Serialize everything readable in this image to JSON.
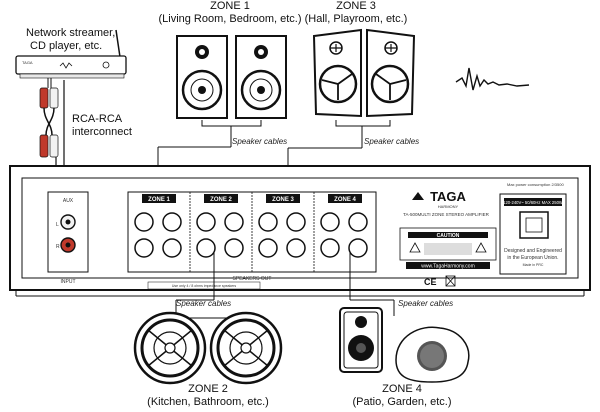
{
  "source": {
    "title": "Network streamer,",
    "subtitle": "CD player, etc.",
    "brand": "TAGA",
    "cable_label_1": "RCA-RCA",
    "cable_label_2": "interconnect"
  },
  "zones": {
    "zone1": {
      "title": "ZONE 1",
      "subtitle": "(Living Room, Bedroom, etc.)"
    },
    "zone2": {
      "title": "ZONE 2",
      "subtitle": "(Kitchen, Bathroom, etc.)"
    },
    "zone3": {
      "title": "ZONE 3",
      "subtitle": "(Hall, Playroom, etc.)"
    },
    "zone4": {
      "title": "ZONE 4",
      "subtitle": "(Patio, Garden, etc.)"
    }
  },
  "cables": {
    "speaker_cables": "Speaker cables"
  },
  "amp": {
    "input_label": "INPUT",
    "aux_label": "AUX",
    "channel_l": "L",
    "channel_r": "R",
    "zone_tabs": [
      "ZONE 1",
      "ZONE 2",
      "ZONE 3",
      "ZONE 4"
    ],
    "speakers_out": "SPEAKERS OUT",
    "warning_small": "Use only 4 / 8 ohms impedance speakers",
    "brand": "TAGA",
    "brand_sub": "HARMONY",
    "model_line": "TA-500MULTI  ZONE STEREO AMPLIFIER",
    "caution": "CAUTION",
    "website": "www.TagaHarmony.com",
    "power_consumption": "Max power consumption 2/3500",
    "voltage": "120-240V~ 50/60Hz  MAX 250W",
    "designed_1": "Designed and Engineered",
    "designed_2": "in the European Union.",
    "made_in": "Made in PRC",
    "ce": "CE"
  },
  "colors": {
    "line": "#111111",
    "rca_red": "#c0392b",
    "rca_white": "#f2f2f2",
    "panel": "#ffffff",
    "grille": "#555555"
  }
}
